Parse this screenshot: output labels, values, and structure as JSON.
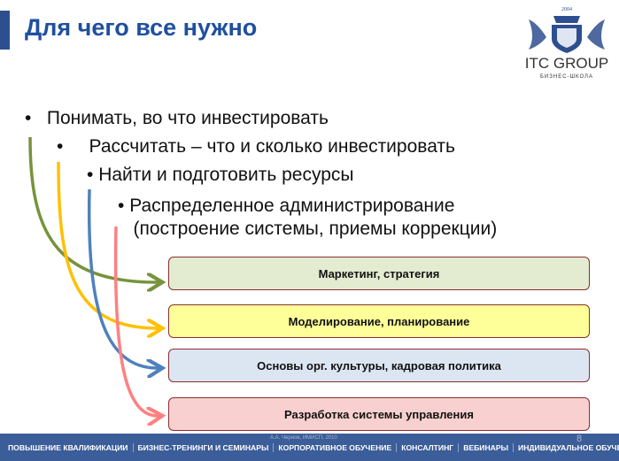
{
  "title": "Для чего все нужно",
  "logo": {
    "year": "2004",
    "name": "ITC GROUP",
    "subtitle": "БИЗНЕС-ШКОЛА"
  },
  "bullets": [
    "Понимать, во что инвестировать",
    "Рассчитать – что и сколько инвестировать",
    "Найти и подготовить ресурсы",
    "Распределенное администрирование",
    "(построение системы, приемы коррекции)"
  ],
  "boxes": [
    {
      "label": "Маркетинг, стратегия",
      "color": "#e3ebd0",
      "arrow": "#77933c"
    },
    {
      "label": "Моделирование, планирование",
      "color": "#ffff99",
      "arrow": "#ffc000"
    },
    {
      "label": "Основы орг. культуры, кадровая политика",
      "color": "#dce6f2",
      "arrow": "#4f81bd"
    },
    {
      "label": "Разработка системы управления",
      "color": "#f8d0d0",
      "arrow": "#ff8080"
    }
  ],
  "footer": {
    "items": [
      "ПОВЫШЕНИЕ КВАЛИФИКАЦИИ",
      "БИЗНЕС-ТРЕНИНГИ И СЕМИНАРЫ",
      "КОРПОРАТИВНОЕ ОБУЧЕНИЕ",
      "КОНСАЛТИНГ",
      "ВЕБИНАРЫ",
      "ИНДИВИДУАЛЬНОЕ ОБУЧЕНИЕ"
    ],
    "credit": "А.А. Чернов, ИМИСП, 2010",
    "page": "8"
  }
}
